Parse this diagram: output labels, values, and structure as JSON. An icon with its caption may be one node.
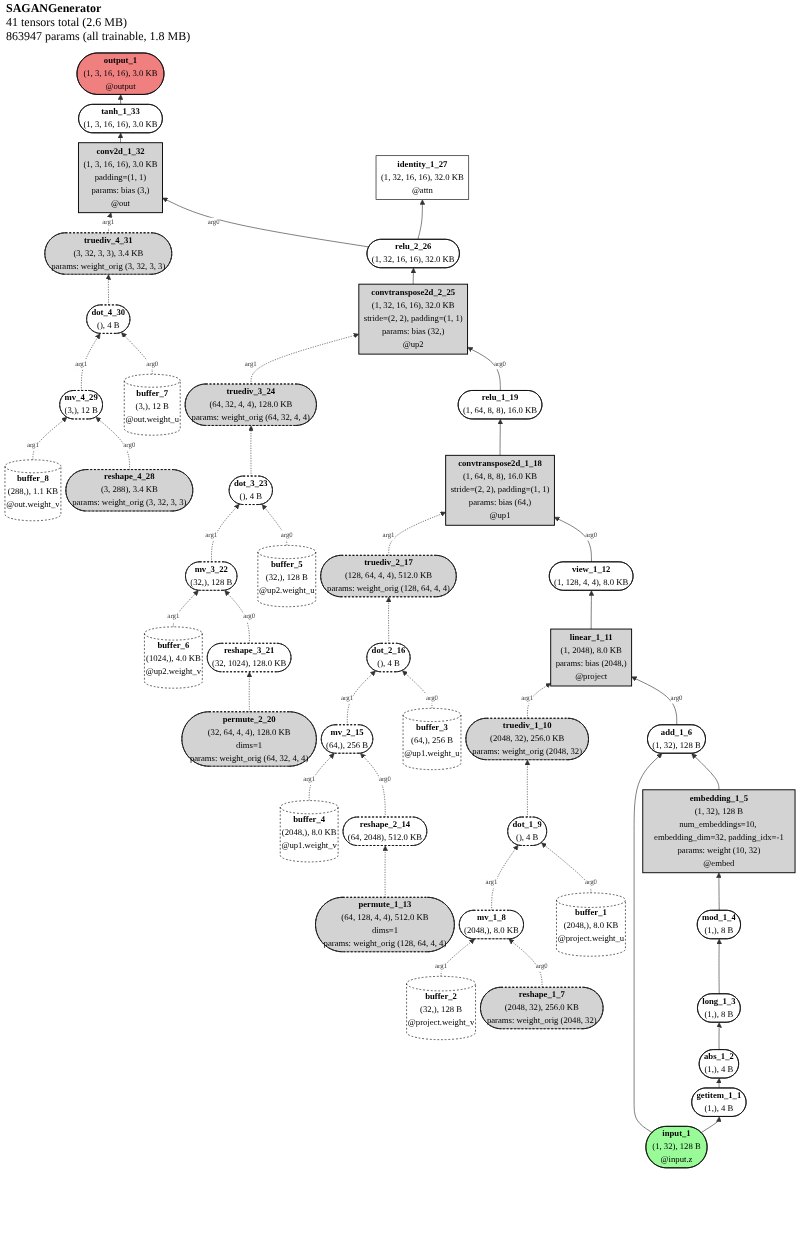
{
  "diagram": {
    "title": "SAGANGenerator",
    "labels": [
      "41 tensors total (2.6 MB)",
      "863947 params (all trainable, 1.8 MB)"
    ],
    "nodes": [
      {
        "text": [
          "output_1",
          "(1, 3, 16, 16), 3.0 KB",
          "@output"
        ]
      },
      {
        "text": [
          "tanh_1_33",
          "(1, 3, 16, 16), 3.0 KB"
        ]
      },
      {
        "text": [
          "conv2d_1_32",
          "(1, 3, 16, 16), 3.0 KB",
          "padding=(1, 1)",
          "params: bias (3,)",
          "@out"
        ]
      },
      {
        "text": [
          "identity_1_27",
          "(1, 32, 16, 16), 32.0 KB",
          "@attn"
        ]
      },
      {
        "text": [
          "relu_2_26",
          "(1, 32, 16, 16), 32.0 KB"
        ]
      },
      {
        "text": [
          "truediv_4_31",
          "(3, 32, 3, 3), 3.4 KB",
          "params: weight_orig (3, 32, 3, 3)"
        ]
      },
      {
        "text": [
          "convtranspose2d_2_25",
          "(1, 32, 16, 16), 32.0 KB",
          "stride=(2, 2), padding=(1, 1)",
          "params: bias (32,)",
          "@up2"
        ]
      },
      {
        "text": [
          "dot_4_30",
          "(), 4 B"
        ]
      },
      {
        "text": [
          "buffer_7",
          "(3,), 12 B",
          "@out.weight_u"
        ]
      },
      {
        "text": [
          "mv_4_29",
          "(3,), 12 B"
        ]
      },
      {
        "text": [
          "buffer_8",
          "(288,), 1.1 KB",
          "@out.weight_v"
        ]
      },
      {
        "text": [
          "reshape_4_28",
          "(3, 288), 3.4 KB",
          "params: weight_orig (3, 32, 3, 3)"
        ]
      },
      {
        "text": [
          "truediv_3_24",
          "(64, 32, 4, 4), 128.0 KB",
          "params: weight_orig (64, 32, 4, 4)"
        ]
      },
      {
        "text": [
          "relu_1_19",
          "(1, 64, 8, 8), 16.0 KB"
        ]
      },
      {
        "text": [
          "dot_3_23",
          "(), 4 B"
        ]
      },
      {
        "text": [
          "buffer_5",
          "(32,), 128 B",
          "@up2.weight_u"
        ]
      },
      {
        "text": [
          "convtranspose2d_1_18",
          "(1, 64, 8, 8), 16.0 KB",
          "stride=(2, 2), padding=(1, 1)",
          "params: bias (64,)",
          "@up1"
        ]
      },
      {
        "text": [
          "mv_3_22",
          "(32,), 128 B"
        ]
      },
      {
        "text": [
          "buffer_6",
          "(1024,), 4.0 KB",
          "@up2.weight_v"
        ]
      },
      {
        "text": [
          "view_1_12",
          "(1, 128, 4, 4), 8.0 KB"
        ]
      },
      {
        "text": [
          "truediv_2_17",
          "(128, 64, 4, 4), 512.0 KB",
          "params: weight_orig (128, 64, 4, 4)"
        ]
      },
      {
        "text": [
          "reshape_3_21",
          "(32, 1024), 128.0 KB"
        ]
      },
      {
        "text": [
          "linear_1_11",
          "(1, 2048), 8.0 KB",
          "params: bias (2048,)",
          "@project"
        ]
      },
      {
        "text": [
          "dot_2_16",
          "(), 4 B"
        ]
      },
      {
        "text": [
          "permute_2_20",
          "(32, 64, 4, 4), 128.0 KB",
          "dims=1",
          "params: weight_orig (64, 32, 4, 4)"
        ]
      },
      {
        "text": [
          "truediv_1_10",
          "(2048, 32), 256.0 KB",
          "params: weight_orig (2048, 32)"
        ]
      },
      {
        "text": [
          "add_1_6",
          "(1, 32), 128 B"
        ]
      },
      {
        "text": [
          "buffer_3",
          "(64,), 256 B",
          "@up1.weight_u"
        ]
      },
      {
        "text": [
          "mv_2_15",
          "(64,), 256 B"
        ]
      },
      {
        "text": [
          "buffer_4",
          "(2048,), 8.0 KB",
          "@up1.weight_v"
        ]
      },
      {
        "text": [
          "dot_1_9",
          "(), 4 B"
        ]
      },
      {
        "text": [
          "embedding_1_5",
          "(1, 32), 128 B",
          "num_embeddings=10, embedding_dim=32, padding_idx=-1",
          "params: weight (10, 32)",
          "@embed"
        ]
      },
      {
        "text": [
          "reshape_2_14",
          "(64, 2048), 512.0 KB"
        ]
      },
      {
        "text": [
          "buffer_1",
          "(2048,), 8.0 KB",
          "@project.weight_u"
        ]
      },
      {
        "text": [
          "mv_1_8",
          "(2048,), 8.0 KB"
        ]
      },
      {
        "text": [
          "mod_1_4",
          "(1,), 8 B"
        ]
      },
      {
        "text": [
          "permute_1_13",
          "(64, 128, 4, 4), 512.0 KB",
          "dims=1",
          "params: weight_orig (128, 64, 4, 4)"
        ]
      },
      {
        "text": [
          "buffer_2",
          "(32,), 128 B",
          "@project.weight_v"
        ]
      },
      {
        "text": [
          "reshape_1_7",
          "(2048, 32), 256.0 KB",
          "params: weight_orig (2048, 32)"
        ]
      },
      {
        "text": [
          "long_1_3",
          "(1,), 8 B"
        ]
      },
      {
        "text": [
          "abs_1_2",
          "(1,), 4 B"
        ]
      },
      {
        "text": [
          "getitem_1_1",
          "(1,), 4 B"
        ]
      },
      {
        "text": [
          "input_1",
          "(1, 32), 128 B",
          "@input.z"
        ]
      }
    ],
    "edges": [
      {
        "from": 1,
        "to": 0,
        "arrow": "to"
      },
      {
        "from": 2,
        "to": 1,
        "arrow": "to"
      },
      {
        "from": 4,
        "to": 3,
        "arrow": "to"
      },
      {
        "from": 4,
        "to": 2,
        "arrow": "to",
        "label": "arg0"
      },
      {
        "from": 5,
        "to": 2,
        "arrow": "to",
        "label": "arg1",
        "style": "dashed"
      },
      {
        "from": 6,
        "to": 4,
        "arrow": "to"
      },
      {
        "from": 7,
        "to": 5,
        "arrow": "to",
        "style": "dashed"
      },
      {
        "from": 8,
        "to": 7,
        "arrow": "to",
        "label": "arg0",
        "style": "dashed"
      },
      {
        "from": 9,
        "to": 7,
        "arrow": "to",
        "label": "arg1",
        "style": "dashed"
      },
      {
        "from": 11,
        "to": 9,
        "arrow": "to",
        "label": "arg0",
        "style": "dashed"
      },
      {
        "from": 10,
        "to": 9,
        "arrow": "to",
        "label": "arg1",
        "style": "dashed"
      },
      {
        "from": 13,
        "to": 6,
        "arrow": "to",
        "label": "arg0"
      },
      {
        "from": 12,
        "to": 6,
        "arrow": "to",
        "label": "arg1",
        "style": "dashed"
      },
      {
        "from": 14,
        "to": 12,
        "arrow": "to",
        "style": "dashed"
      },
      {
        "from": 15,
        "to": 14,
        "arrow": "to",
        "label": "arg0",
        "style": "dashed"
      },
      {
        "from": 17,
        "to": 14,
        "arrow": "to",
        "label": "arg1",
        "style": "dashed"
      },
      {
        "from": 21,
        "to": 17,
        "arrow": "to",
        "label": "arg0",
        "style": "dashed"
      },
      {
        "from": 18,
        "to": 17,
        "arrow": "to",
        "label": "arg1",
        "style": "dashed"
      },
      {
        "from": 24,
        "to": 21,
        "arrow": "to",
        "style": "dashed"
      },
      {
        "from": 16,
        "to": 13,
        "arrow": "to"
      },
      {
        "from": 19,
        "to": 16,
        "arrow": "to",
        "label": "arg0"
      },
      {
        "from": 20,
        "to": 16,
        "arrow": "to",
        "label": "arg1",
        "style": "dashed"
      },
      {
        "from": 23,
        "to": 20,
        "arrow": "to",
        "style": "dashed"
      },
      {
        "from": 27,
        "to": 23,
        "arrow": "to",
        "label": "arg0",
        "style": "dashed"
      },
      {
        "from": 28,
        "to": 23,
        "arrow": "to",
        "label": "arg1",
        "style": "dashed"
      },
      {
        "from": 32,
        "to": 28,
        "arrow": "to",
        "label": "arg0",
        "style": "dashed"
      },
      {
        "from": 29,
        "to": 28,
        "arrow": "to",
        "label": "arg1",
        "style": "dashed"
      },
      {
        "from": 36,
        "to": 32,
        "arrow": "to",
        "style": "dashed"
      },
      {
        "from": 22,
        "to": 19,
        "arrow": "to"
      },
      {
        "from": 26,
        "to": 22,
        "arrow": "to",
        "label": "arg0"
      },
      {
        "from": 25,
        "to": 22,
        "arrow": "to",
        "label": "arg1",
        "style": "dashed"
      },
      {
        "from": 30,
        "to": 25,
        "arrow": "to",
        "style": "dashed"
      },
      {
        "from": 33,
        "to": 30,
        "arrow": "to",
        "label": "arg0",
        "style": "dashed"
      },
      {
        "from": 34,
        "to": 30,
        "arrow": "to",
        "label": "arg1",
        "style": "dashed"
      },
      {
        "from": 38,
        "to": 34,
        "arrow": "to",
        "label": "arg0",
        "style": "dashed"
      },
      {
        "from": 37,
        "to": 34,
        "arrow": "to",
        "label": "arg1",
        "style": "dashed"
      },
      {
        "from": 31,
        "to": 26,
        "arrow": "to"
      },
      {
        "from": 42,
        "to": 26,
        "arrow": "to"
      },
      {
        "from": 35,
        "to": 31,
        "arrow": "to"
      },
      {
        "from": 39,
        "to": 35,
        "arrow": "to"
      },
      {
        "from": 40,
        "to": 39,
        "arrow": "to"
      },
      {
        "from": 41,
        "to": 40,
        "arrow": "to"
      },
      {
        "from": 42,
        "to": 41,
        "arrow": "to"
      }
    ]
  }
}
